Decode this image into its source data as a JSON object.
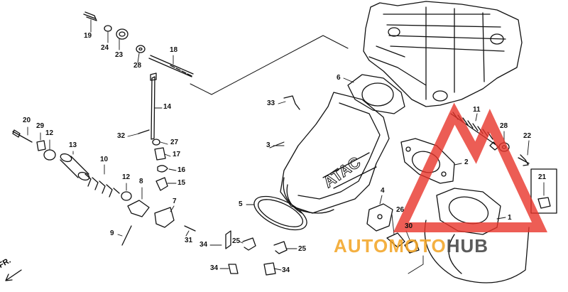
{
  "diagram": {
    "parts": [
      {
        "id": "1",
        "label": "1"
      },
      {
        "id": "2",
        "label": "2"
      },
      {
        "id": "3",
        "label": "3"
      },
      {
        "id": "4",
        "label": "4"
      },
      {
        "id": "5",
        "label": "5"
      },
      {
        "id": "6",
        "label": "6"
      },
      {
        "id": "7",
        "label": "7"
      },
      {
        "id": "8",
        "label": "8"
      },
      {
        "id": "9",
        "label": "9"
      },
      {
        "id": "10",
        "label": "10"
      },
      {
        "id": "11",
        "label": "11"
      },
      {
        "id": "12a",
        "label": "12"
      },
      {
        "id": "12b",
        "label": "12"
      },
      {
        "id": "13",
        "label": "13"
      },
      {
        "id": "14",
        "label": "14"
      },
      {
        "id": "15",
        "label": "15"
      },
      {
        "id": "16",
        "label": "16"
      },
      {
        "id": "17",
        "label": "17"
      },
      {
        "id": "18",
        "label": "18"
      },
      {
        "id": "19",
        "label": "19"
      },
      {
        "id": "20",
        "label": "20"
      },
      {
        "id": "21",
        "label": "21"
      },
      {
        "id": "22",
        "label": "22"
      },
      {
        "id": "23",
        "label": "23"
      },
      {
        "id": "24",
        "label": "24"
      },
      {
        "id": "25a",
        "label": "25"
      },
      {
        "id": "25b",
        "label": "25"
      },
      {
        "id": "26",
        "label": "26"
      },
      {
        "id": "27",
        "label": "27"
      },
      {
        "id": "28a",
        "label": "28"
      },
      {
        "id": "28b",
        "label": "28"
      },
      {
        "id": "29",
        "label": "29"
      },
      {
        "id": "30",
        "label": "30"
      },
      {
        "id": "31",
        "label": "31"
      },
      {
        "id": "32",
        "label": "32"
      },
      {
        "id": "33",
        "label": "33"
      },
      {
        "id": "34a",
        "label": "34"
      },
      {
        "id": "34b",
        "label": "34"
      },
      {
        "id": "34c",
        "label": "34"
      }
    ],
    "embossed_text": "ATAC",
    "direction_label": "FR.",
    "watermark": {
      "part1": "AUTOMOTO",
      "part2": "HUB",
      "accent_color": "#f3a321",
      "dark_color": "#4a4a4a"
    }
  }
}
